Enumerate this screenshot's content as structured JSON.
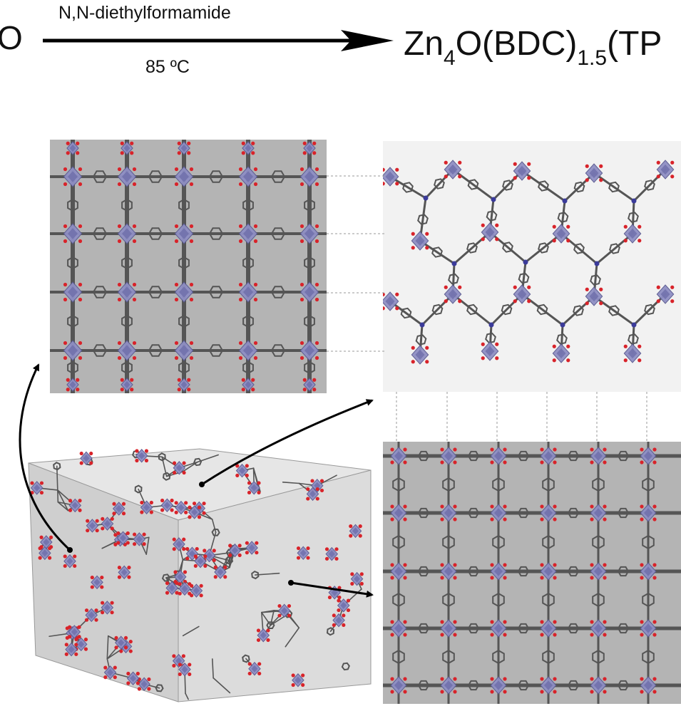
{
  "reaction": {
    "left_fragment": "O",
    "condition_top": "N,N-diethylformamide",
    "condition_bottom": "85 ºC",
    "product": {
      "p1": "Zn",
      "s1": "4",
      "p2": "O(BDC)",
      "s2": "1.5",
      "p3": "(TP"
    }
  },
  "colors": {
    "zn_polyhedra": "#8f8fc4",
    "oxygen": "#d8232a",
    "carbon": "#555555",
    "nitrogen": "#3b3b9a",
    "panel_gray": "#b4b4b4",
    "panel_light": "#f2f2f2"
  },
  "icons": [
    "reaction-arrow",
    "pointer-arrow"
  ]
}
